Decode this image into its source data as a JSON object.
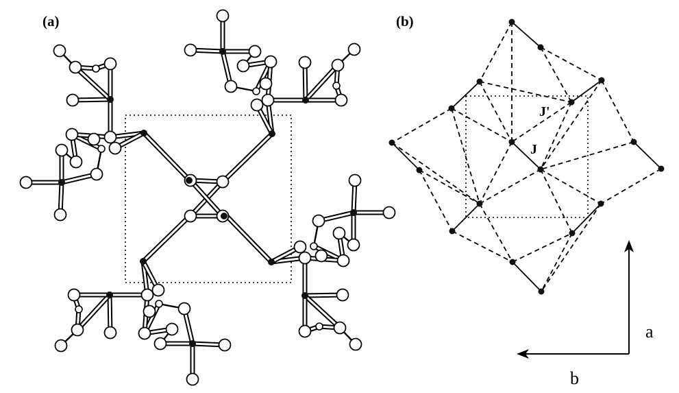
{
  "panels": {
    "a": {
      "label": "(a)"
    },
    "b": {
      "label": "(b)"
    }
  },
  "exchange_labels": {
    "J": "J",
    "J_prime": "J'"
  },
  "axes": {
    "a": "a",
    "b": "b"
  },
  "colors": {
    "ink": "#000000",
    "background": "#ffffff",
    "atom_fill": "#ffffff",
    "metal_fill": "#111111"
  }
}
